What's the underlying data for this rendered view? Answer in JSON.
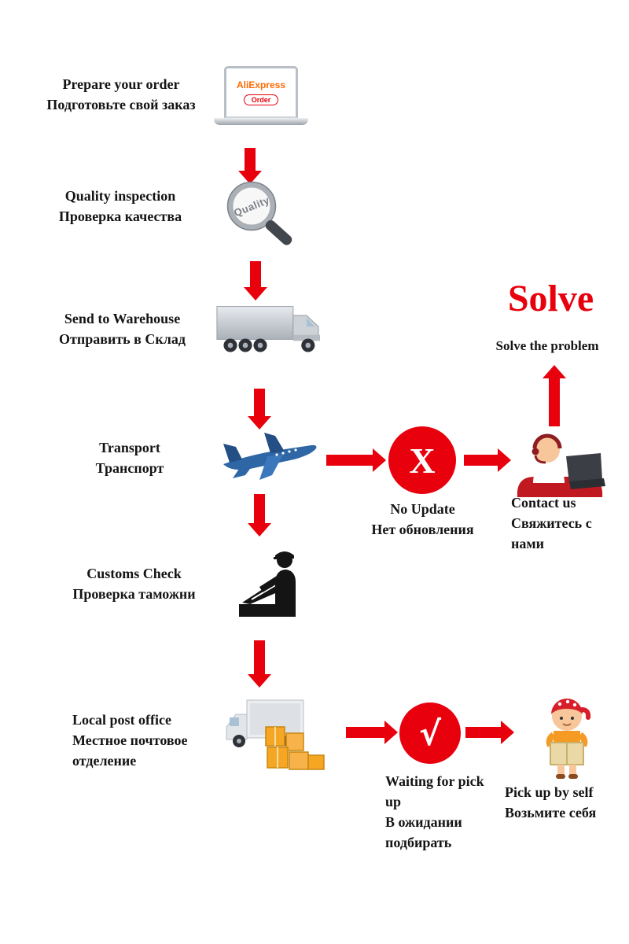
{
  "steps": {
    "prepare": {
      "en": "Prepare your order",
      "ru": "Подготовьте свой заказ"
    },
    "quality": {
      "en": "Quality inspection",
      "ru": "Проверка качества"
    },
    "warehouse": {
      "en": "Send to Warehouse",
      "ru": "Отправить в Склад"
    },
    "transport": {
      "en": "Transport",
      "ru": "Транспорт"
    },
    "customs": {
      "en": "Customs Check",
      "ru": "Проверка таможни"
    },
    "post_office": {
      "en": "Local post office",
      "ru": "Местное почтовое отделение"
    }
  },
  "branches": {
    "solve": {
      "title": "Solve",
      "subtitle": "Solve the problem"
    },
    "no_update": {
      "en": "No Update",
      "ru": "Нет обновления"
    },
    "contact_us": {
      "en": "Contact us",
      "ru": "Свяжитесь с нами"
    },
    "waiting": {
      "en": "Waiting for pick up",
      "ru": "В ожидании подбирать"
    },
    "pickup_self": {
      "en": "Pick up by self",
      "ru": "Возьмите себя"
    }
  },
  "icons": {
    "laptop_brand": "AliExpress",
    "laptop_order": "Order",
    "magnifier_label": "Quality",
    "fail_mark": "X",
    "success_mark": "√"
  },
  "colors": {
    "accent_red": "#e8000d",
    "brand_orange": "#ff6a00",
    "airplane_blue": "#2e66a6"
  }
}
